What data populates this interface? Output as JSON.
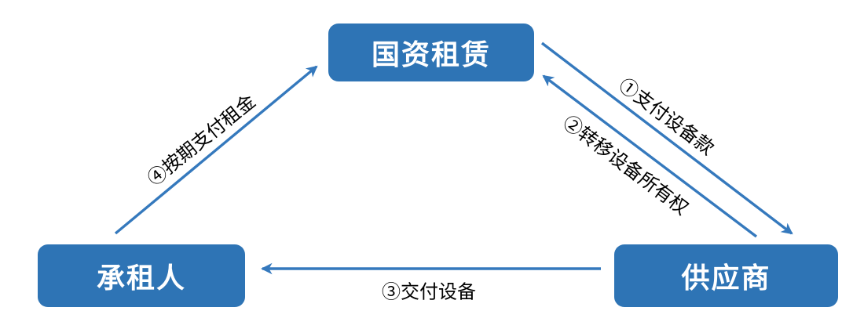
{
  "diagram": {
    "nodes": [
      {
        "id": "lessor",
        "label": "国资租赁"
      },
      {
        "id": "lessee",
        "label": "承租人"
      },
      {
        "id": "supplier",
        "label": "供应商"
      }
    ],
    "flows": [
      {
        "label": "①支付设备款",
        "from": "国资租赁",
        "to": "供应商"
      },
      {
        "label": "②转移设备所有权",
        "from": "供应商",
        "to": "国资租赁"
      },
      {
        "label": "③交付设备",
        "from": "供应商",
        "to": "承租人"
      },
      {
        "label": "④按期支付租金",
        "from": "承租人",
        "to": "国资租赁"
      }
    ],
    "colors": {
      "node_fill": "#2E74B5",
      "node_text": "#FFFFFF",
      "arrow": "#3579BD",
      "label_text": "#000000",
      "background": "#FFFFFF"
    }
  }
}
